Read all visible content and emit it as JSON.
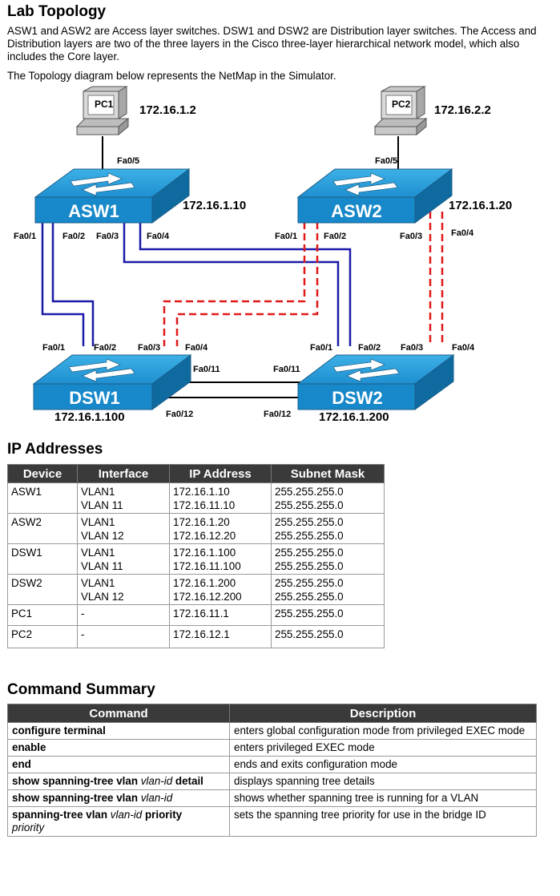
{
  "topology": {
    "heading": "Lab Topology",
    "intro": "ASW1 and ASW2 are Access layer switches. DSW1 and DSW2 are Distribution layer switches. The Access and Distribution layers are two of the three layers in the Cisco three-layer hierarchical network model, which also includes the Core layer.",
    "intro2": "The Topology diagram below represents the NetMap in the Simulator.",
    "diagram": {
      "pc1": {
        "name": "PC1",
        "ip": "172.16.1.2",
        "port": "Fa0/5"
      },
      "pc2": {
        "name": "PC2",
        "ip": "172.16.2.2",
        "port": "Fa0/5"
      },
      "asw1": {
        "name": "ASW1",
        "ip": "172.16.1.10",
        "ports": [
          "Fa0/1",
          "Fa0/2",
          "Fa0/3",
          "Fa0/4"
        ]
      },
      "asw2": {
        "name": "ASW2",
        "ip": "172.16.1.20",
        "ports": [
          "Fa0/1",
          "Fa0/2",
          "Fa0/3",
          "Fa0/4"
        ]
      },
      "dsw1": {
        "name": "DSW1",
        "ip": "172.16.1.100",
        "ports": [
          "Fa0/1",
          "Fa0/2",
          "Fa0/3",
          "Fa0/4",
          "Fa0/11",
          "Fa0/12"
        ]
      },
      "dsw2": {
        "name": "DSW2",
        "ip": "172.16.1.200",
        "ports": [
          "Fa0/1",
          "Fa0/2",
          "Fa0/3",
          "Fa0/4",
          "Fa0/11",
          "Fa0/12"
        ]
      },
      "colors": {
        "switch_top": "#2b9fd9",
        "switch_front": "#1788c9",
        "link_solid": "#1a1aa8",
        "link_dashed": "#e01818",
        "link_black": "#000000"
      }
    }
  },
  "ip_addresses": {
    "heading": "IP Addresses",
    "headers": [
      "Device",
      "Interface",
      "IP Address",
      "Subnet Mask"
    ],
    "rows": [
      {
        "device": "ASW1",
        "interface": [
          "VLAN1",
          "VLAN 11"
        ],
        "ip": [
          "172.16.1.10",
          "172.16.11.10"
        ],
        "mask": [
          "255.255.255.0",
          "255.255.255.0"
        ]
      },
      {
        "device": "ASW2",
        "interface": [
          "VLAN1",
          "VLAN 12"
        ],
        "ip": [
          "172.16.1.20",
          "172.16.12.20"
        ],
        "mask": [
          "255.255.255.0",
          "255.255.255.0"
        ]
      },
      {
        "device": "DSW1",
        "interface": [
          "VLAN1",
          "VLAN 11"
        ],
        "ip": [
          "172.16.1.100",
          "172.16.11.100"
        ],
        "mask": [
          "255.255.255.0",
          "255.255.255.0"
        ]
      },
      {
        "device": "DSW2",
        "interface": [
          "VLAN1",
          "VLAN 12"
        ],
        "ip": [
          "172.16.1.200",
          "172.16.12.200"
        ],
        "mask": [
          "255.255.255.0",
          "255.255.255.0"
        ]
      },
      {
        "device": "PC1",
        "interface": [
          "-"
        ],
        "ip": [
          "172.16.11.1"
        ],
        "mask": [
          "255.255.255.0"
        ]
      },
      {
        "device": "PC2",
        "interface": [
          "-"
        ],
        "ip": [
          "172.16.12.1"
        ],
        "mask": [
          "255.255.255.0"
        ]
      }
    ]
  },
  "commands": {
    "heading": "Command Summary",
    "headers": [
      "Command",
      "Description"
    ],
    "rows": [
      {
        "cmd": "configure terminal",
        "arg": "",
        "cmd2": "",
        "arg2": "",
        "desc": "enters global configuration mode from privileged EXEC mode"
      },
      {
        "cmd": "enable",
        "arg": "",
        "cmd2": "",
        "arg2": "",
        "desc": "enters privileged EXEC mode"
      },
      {
        "cmd": "end",
        "arg": "",
        "cmd2": "",
        "arg2": "",
        "desc": "ends and exits configuration mode"
      },
      {
        "cmd": "show spanning-tree vlan",
        "arg": "vlan-id",
        "cmd2": "detail",
        "arg2": "",
        "desc": "displays spanning tree details"
      },
      {
        "cmd": "show spanning-tree vlan",
        "arg": "vlan-id",
        "cmd2": "",
        "arg2": "",
        "desc": "shows whether spanning tree is running for a VLAN"
      },
      {
        "cmd": "spanning-tree vlan",
        "arg": "vlan-id",
        "cmd2": "priority",
        "arg2": "priority",
        "desc": "sets the spanning tree priority for use in the bridge ID"
      }
    ]
  }
}
